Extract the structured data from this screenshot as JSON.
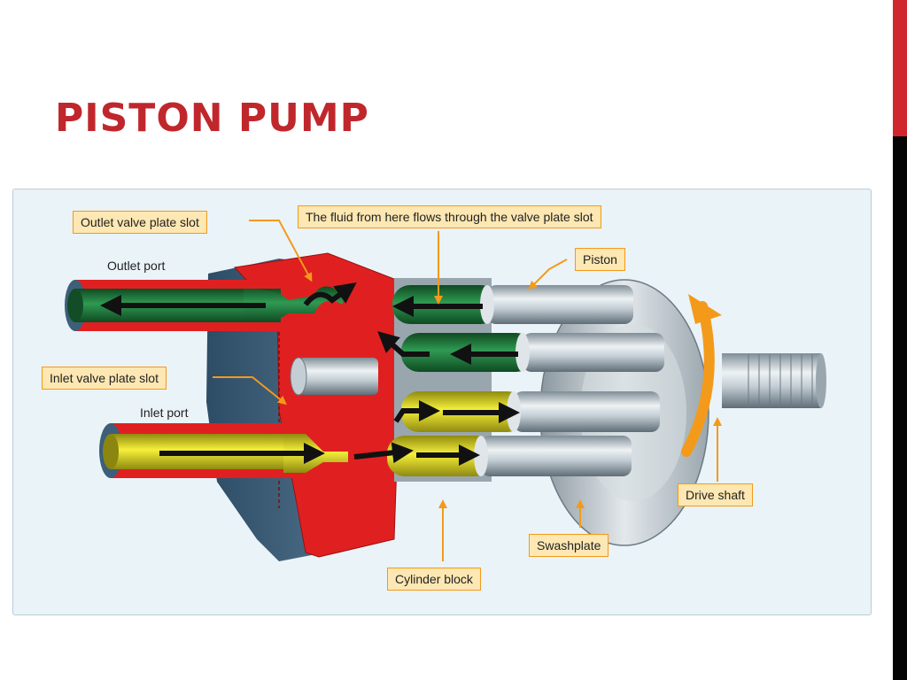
{
  "slide": {
    "title": "PISTON PUMP"
  },
  "diagram": {
    "callouts": {
      "outlet_valve_plate_slot": "Outlet valve plate slot",
      "fluid_flow_note": "The fluid from here flows through the valve plate slot",
      "piston": "Piston",
      "inlet_valve_plate_slot": "Inlet valve plate slot",
      "drive_shaft": "Drive shaft",
      "swashplate": "Swashplate",
      "cylinder_block": "Cylinder block"
    },
    "labels": {
      "outlet_port": "Outlet port",
      "inlet_port": "Inlet port"
    }
  },
  "colors": {
    "title": "#c0272d",
    "accent_red": "#d0272f",
    "housing_red": "#e02020",
    "callout_fill": "#fde7b2",
    "callout_border": "#f39a1b",
    "fluid_outlet": "#1f7a3a",
    "fluid_inlet": "#e6e01f",
    "steel": "#b8c4cc",
    "housing_blue": "#3d5f7a"
  }
}
